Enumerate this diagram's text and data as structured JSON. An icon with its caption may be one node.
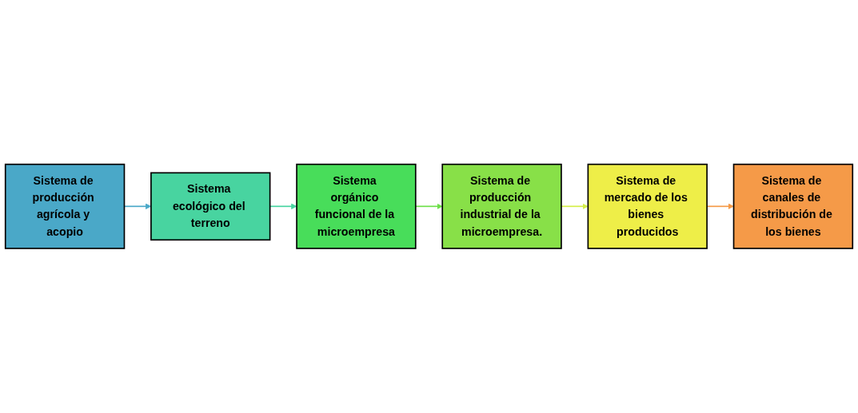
{
  "diagram": {
    "nodes": [
      {
        "text": [
          "Sistema de producción agrícola y acopio"
        ]
      },
      {
        "text": [
          "Sistema ecológico del terreno"
        ]
      },
      {
        "text": [
          "Sistema orgánico funcional de la microempresa"
        ]
      },
      {
        "text": [
          "Sistema de producción industrial de la microempresa."
        ]
      },
      {
        "text": [
          "Sistema de mercado de los bienes producidos"
        ]
      },
      {
        "text": [
          "Sistema de canales de distribución de los bienes"
        ]
      }
    ],
    "edges": [
      {
        "from": 0,
        "to": 1,
        "arrow": "to",
        "color": "#4aa8c8"
      },
      {
        "from": 1,
        "to": 2,
        "arrow": "to",
        "color": "#48d4a0"
      },
      {
        "from": 2,
        "to": 3,
        "arrow": "to",
        "color": "#6ee04a"
      },
      {
        "from": 3,
        "to": 4,
        "arrow": "to",
        "color": "#d4ee48"
      },
      {
        "from": 4,
        "to": 5,
        "arrow": "to",
        "color": "#f59a48"
      }
    ]
  }
}
